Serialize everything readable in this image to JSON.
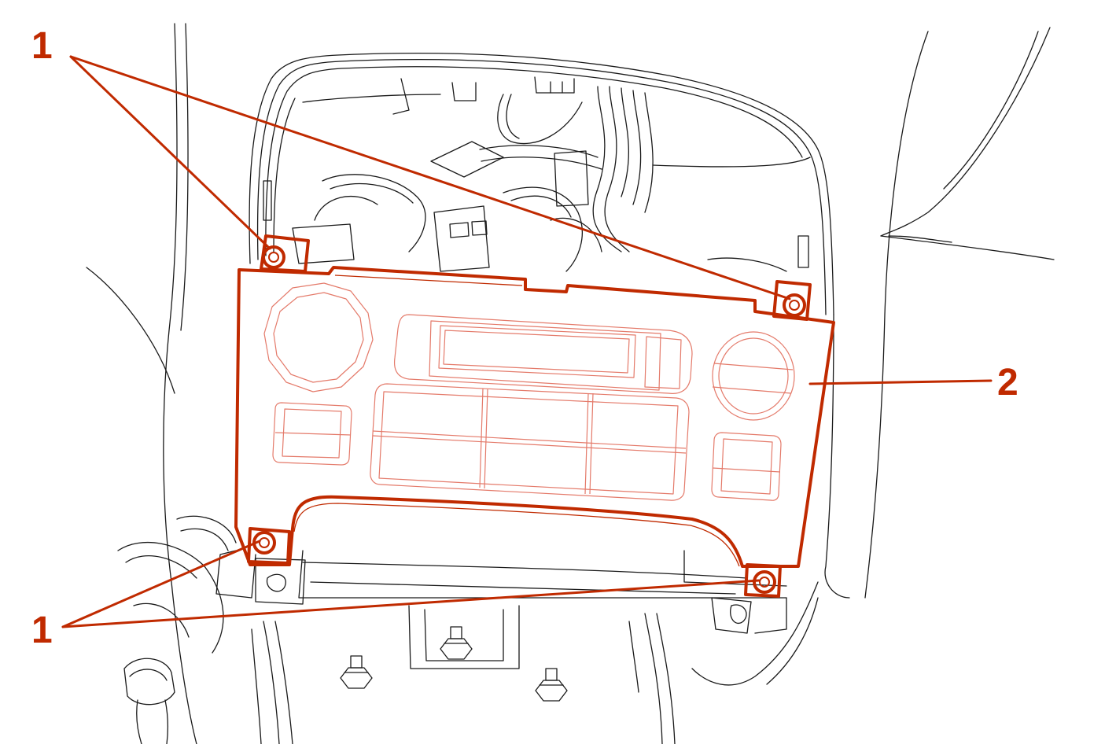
{
  "callouts": {
    "fastener_top": "1",
    "fastener_bottom": "1",
    "panel": "2"
  },
  "colors": {
    "callout": "#c02a00",
    "part_outline": "#c02a00",
    "part_detail": "#e47a6a",
    "background_art": "#1a1a1a"
  }
}
